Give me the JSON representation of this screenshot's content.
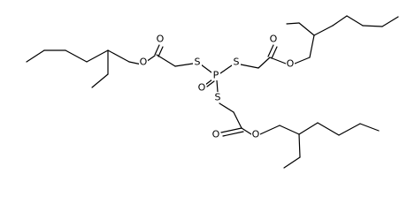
{
  "atoms": {
    "p": "P",
    "p_oxo": "O",
    "s_left": "S",
    "s_right": "S",
    "s_bottom": "S",
    "o_left_carbonyl": "O",
    "o_left_ester": "O",
    "o_right_carbonyl": "O",
    "o_right_ester": "O",
    "o_bottom_carbonyl": "O",
    "o_bottom_ester": "O"
  }
}
